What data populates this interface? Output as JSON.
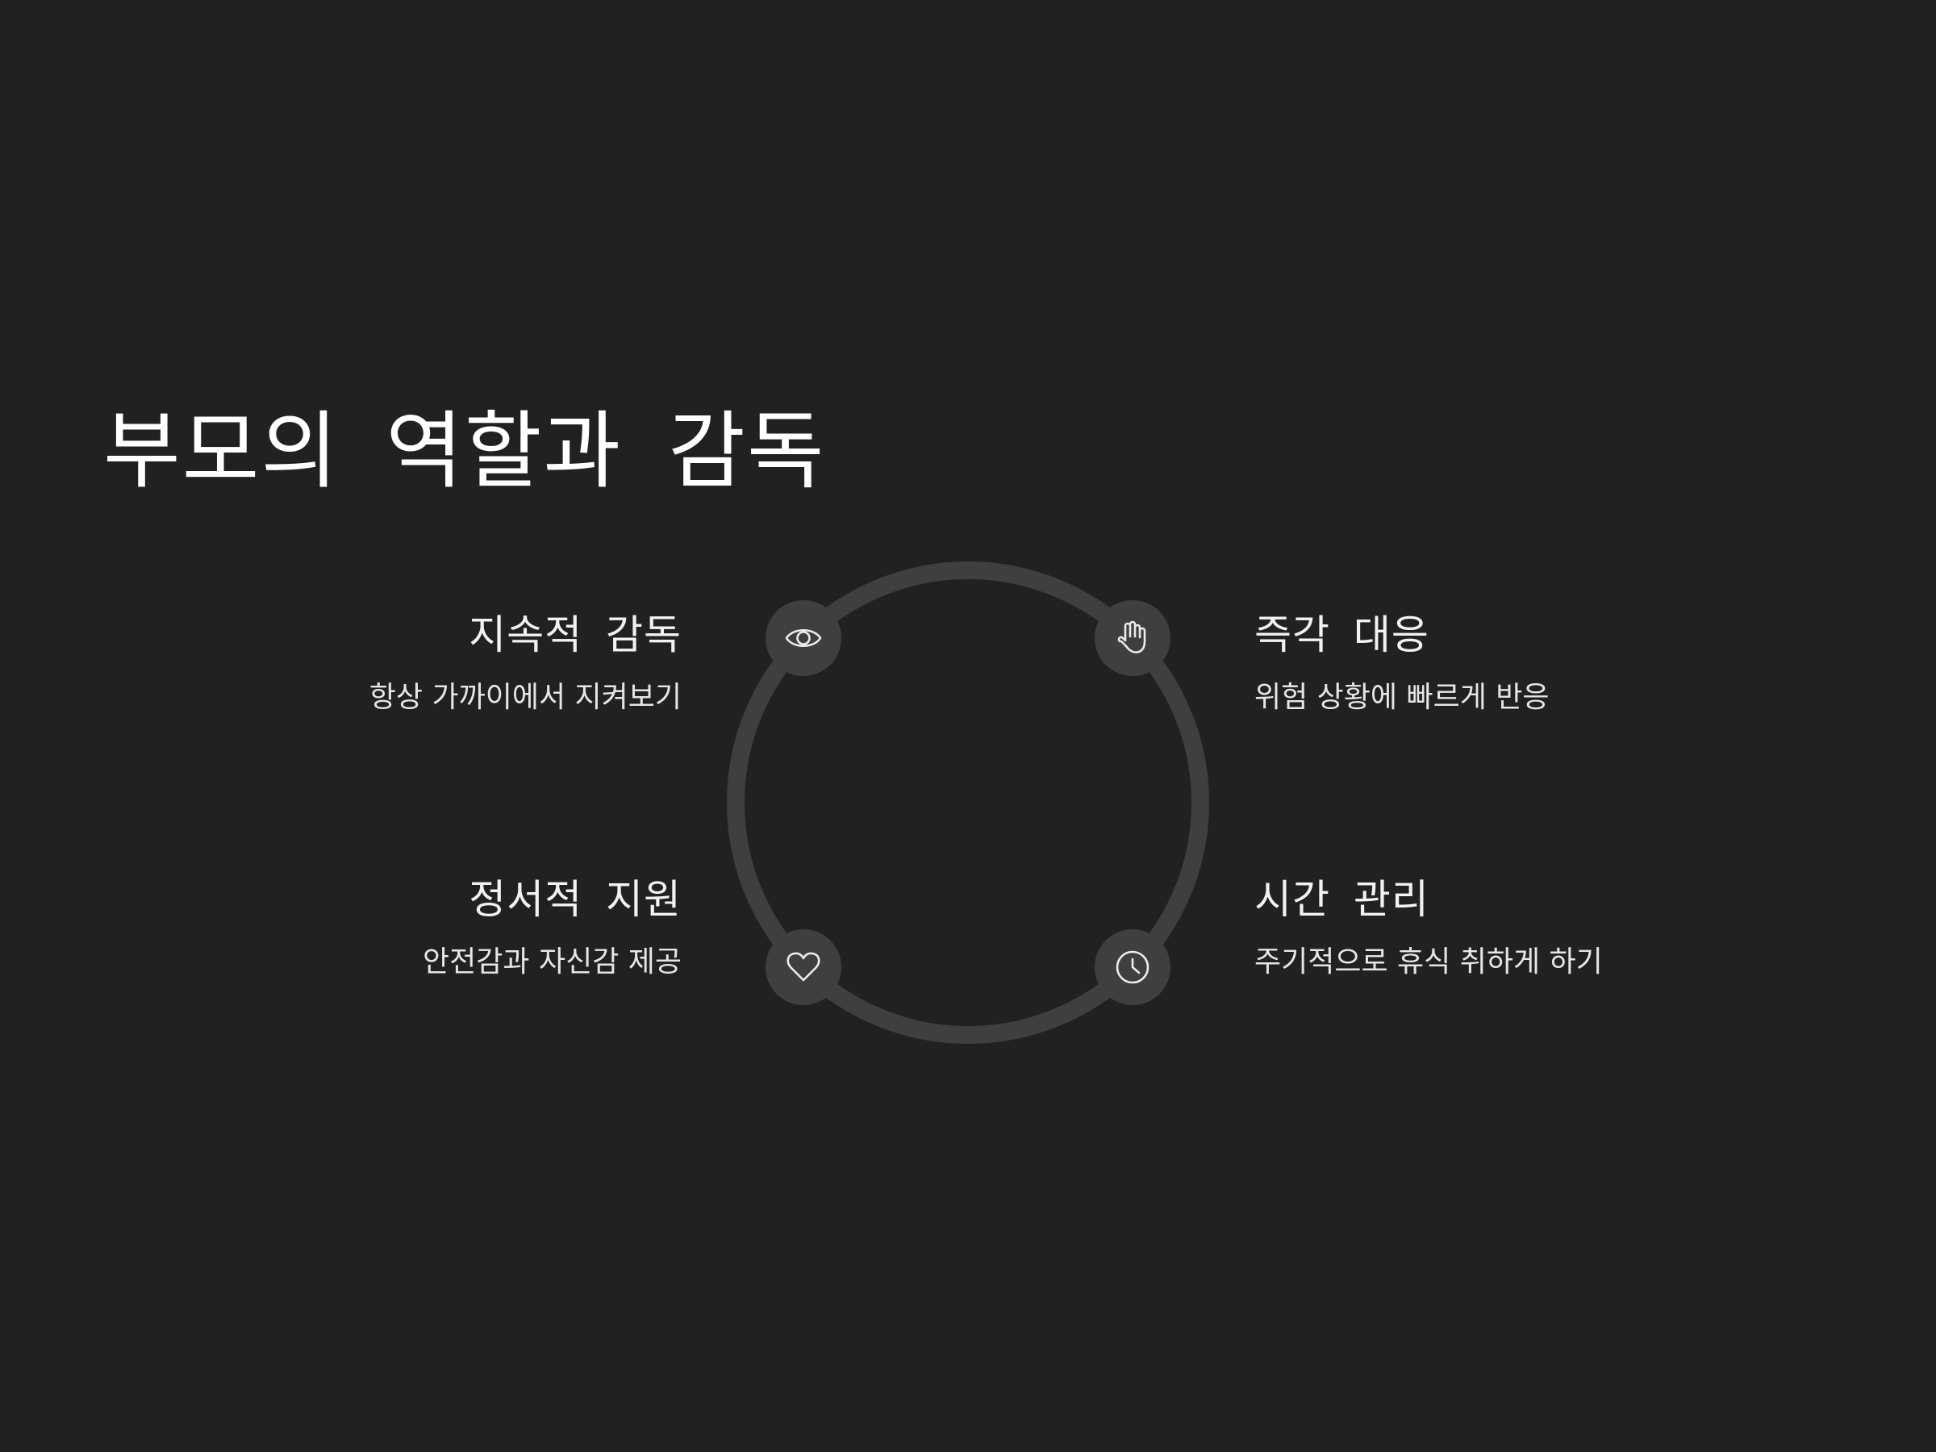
{
  "title": "부모의 역할과 감독",
  "colors": {
    "background": "#212121",
    "ring": "#3f3f3f",
    "node": "#3f3f3f",
    "text": "#f2f2f2"
  },
  "items": [
    {
      "id": "top-left",
      "icon": "eye-icon",
      "title": "지속적 감독",
      "desc": "항상 가까이에서 지켜보기"
    },
    {
      "id": "top-right",
      "icon": "hand-icon",
      "title": "즉각 대응",
      "desc": "위험 상황에 빠르게 반응"
    },
    {
      "id": "bottom-left",
      "icon": "heart-icon",
      "title": "정서적 지원",
      "desc": "안전감과 자신감 제공"
    },
    {
      "id": "bottom-right",
      "icon": "clock-icon",
      "title": "시간 관리",
      "desc": "주기적으로 휴식 취하게 하기"
    }
  ]
}
